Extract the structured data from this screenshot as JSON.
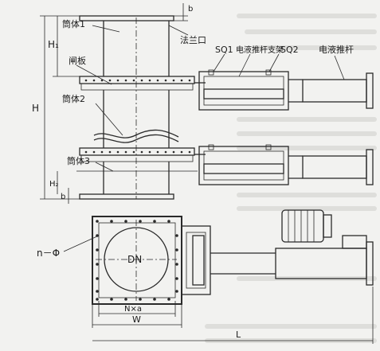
{
  "labels": {
    "shell1": "筒体1",
    "flange": "法兰口",
    "gate_plate": "闸板",
    "shell2": "筒体2",
    "shell3": "筒体3",
    "sq1": "SQ1",
    "actuator_bracket": "电液推杆支架",
    "sq2": "SQ2",
    "actuator": "电液推杆",
    "h_upper": "H₁",
    "h_total": "H",
    "h_lower": "H₂",
    "b_top": "b",
    "b_bottom": "b",
    "bolt_holes": "n－Φ",
    "dn": "DN",
    "n_times_a": "N×a",
    "w": "W",
    "l": "L"
  },
  "colors": {
    "line": "#2a2a2a",
    "paper": "#f2f2f0"
  }
}
